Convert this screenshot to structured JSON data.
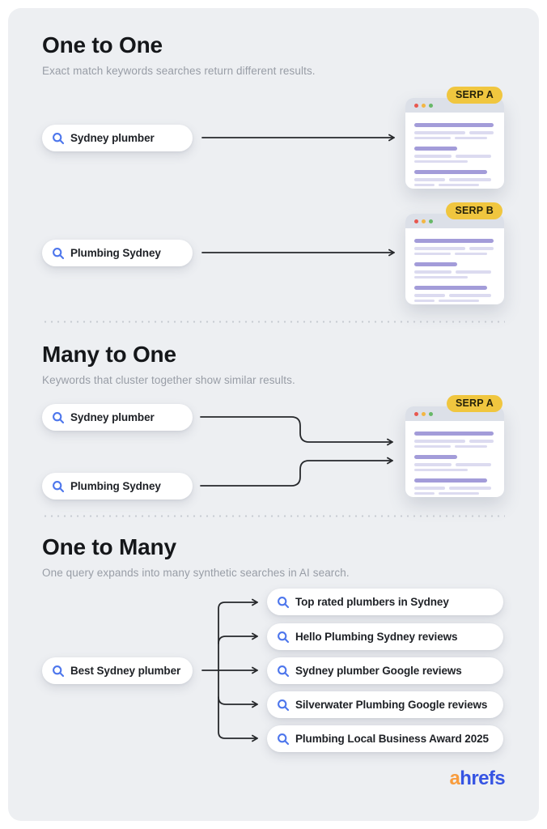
{
  "colors": {
    "page_bg": "#ffffff",
    "board_bg": "#edeff2",
    "heading": "#15171a",
    "subtitle": "#989da6",
    "pill_bg": "#ffffff",
    "pill_text": "#1e2126",
    "search_icon": "#4d76ec",
    "arrow": "#26282b",
    "serp_bar": "#dce0e8",
    "serp_badge_bg": "#f0c63f",
    "serp_badge_text": "#26220a",
    "serp_line_bold": "#a39cd9",
    "serp_line_light": "#dcdbf0",
    "dot_red": "#e8584f",
    "dot_yellow": "#f3b643",
    "dot_green": "#67b868",
    "divider_dot": "#c6cad1",
    "logo_a": "#f89c3d",
    "logo_hrefs": "#3654e3"
  },
  "sections": {
    "one_to_one": {
      "title": "One to One",
      "subtitle": "Exact match keywords searches return different results.",
      "queries": [
        {
          "label": "Sydney plumber"
        },
        {
          "label": "Plumbing Sydney"
        }
      ],
      "serps": [
        {
          "badge": "SERP A"
        },
        {
          "badge": "SERP B"
        }
      ]
    },
    "many_to_one": {
      "title": "Many to One",
      "subtitle": "Keywords that cluster together show similar results.",
      "queries": [
        {
          "label": "Sydney plumber"
        },
        {
          "label": "Plumbing Sydney"
        }
      ],
      "serps": [
        {
          "badge": "SERP A"
        }
      ]
    },
    "one_to_many": {
      "title": "One to Many",
      "subtitle": "One query expands into many synthetic searches in AI search.",
      "query": {
        "label": "Best Sydney plumber"
      },
      "expansions": [
        {
          "label": "Top rated plumbers in Sydney"
        },
        {
          "label": "Hello Plumbing Sydney reviews"
        },
        {
          "label": "Sydney plumber Google reviews"
        },
        {
          "label": "Silverwater Plumbing Google reviews"
        },
        {
          "label": "Plumbing Local Business Award 2025"
        }
      ]
    }
  },
  "serp_illustration": {
    "groups": [
      {
        "bold": 98,
        "rows": [
          [
            63,
            30
          ],
          [
            45,
            40
          ]
        ]
      },
      {
        "bold": 53,
        "rows": [
          [
            46,
            44
          ],
          [
            66
          ]
        ]
      },
      {
        "bold": 90,
        "rows": [
          [
            38,
            52
          ],
          [
            25,
            50
          ]
        ]
      }
    ]
  },
  "logo": {
    "prefix": "a",
    "suffix": "hrefs"
  }
}
